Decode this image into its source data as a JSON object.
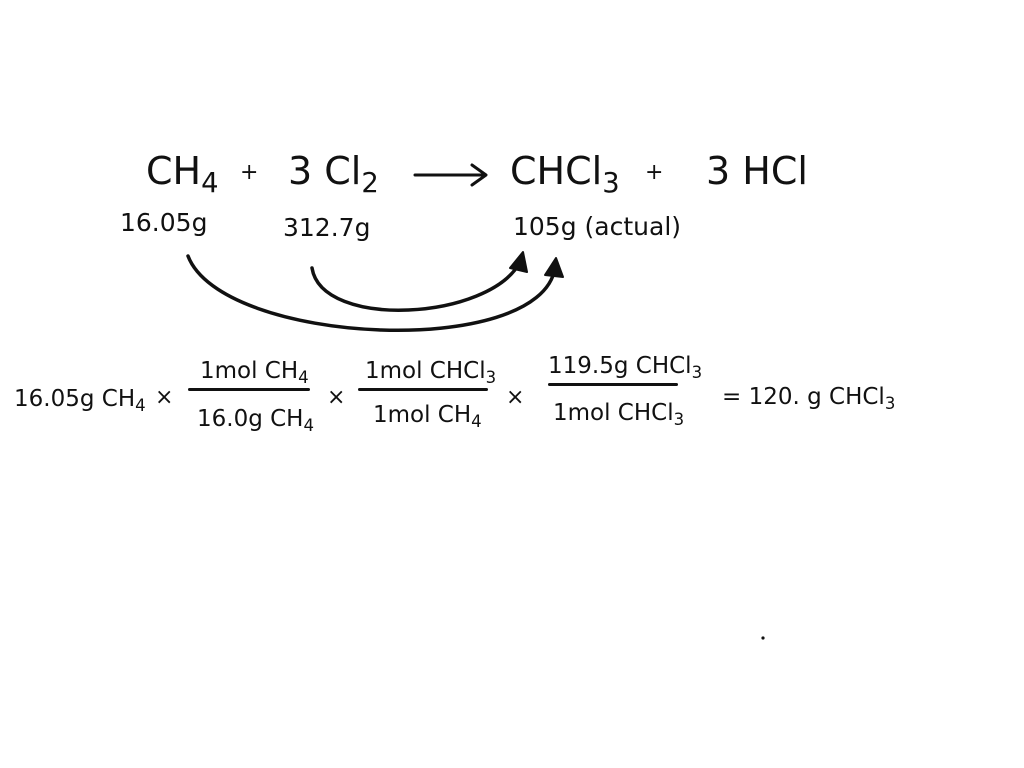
{
  "equation": {
    "reactant1": "CH",
    "reactant1_sub": "4",
    "plus1": "+",
    "reactant2": "3 Cl",
    "reactant2_sub": "2",
    "product1": "CHCl",
    "product1_sub": "3",
    "plus2": "+",
    "product2": "3 HCl"
  },
  "masses": {
    "ch4": "16.05g",
    "cl2": "312.7g",
    "chcl3": "105g (actual)"
  },
  "calculation": {
    "start": "16.05g CH",
    "start_sub": "4",
    "times": "×",
    "f1_num": "1mol CH",
    "f1_num_sub": "4",
    "f1_den": "16.0g CH",
    "f1_den_sub": "4",
    "f2_num": "1mol CHCl",
    "f2_num_sub": "3",
    "f2_den": "1mol CH",
    "f2_den_sub": "4",
    "f3_num": "119.5g CHCl",
    "f3_num_sub": "3",
    "f3_den": "1mol CHCl",
    "f3_den_sub": "3",
    "result": "= 120. g CHCl",
    "result_sub": "3"
  },
  "colors": {
    "ink": "#111111",
    "background": "#ffffff"
  }
}
